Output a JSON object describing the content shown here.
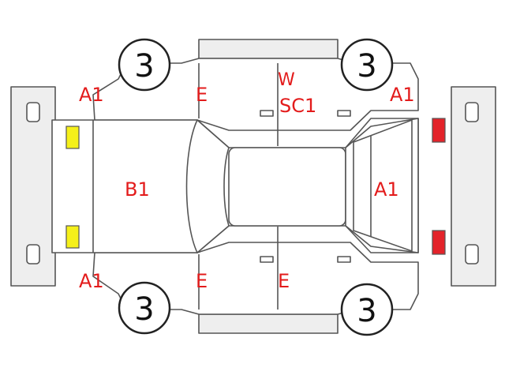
{
  "legend_colors": {
    "outline": "#555555",
    "shade": "#eeeeee",
    "damage_label": "#e31b1b",
    "tire_circle": "#222222",
    "yellow_lamp": "#f5f01a",
    "red_lamp": "#e3232a"
  },
  "tires": {
    "front_left": "3",
    "front_right": "3",
    "rear_left": "3",
    "rear_right": "3"
  },
  "damage": {
    "fender_front_left": "A1",
    "door_front_top": "E",
    "roof_top": "W",
    "door_rear_top": "SC1",
    "fender_rear_right": "A1",
    "hood": "B1",
    "rear_glass": "A1",
    "fender_front_bottom": "A1",
    "door_front_bottom": "E",
    "door_rear_bottom": "E"
  }
}
